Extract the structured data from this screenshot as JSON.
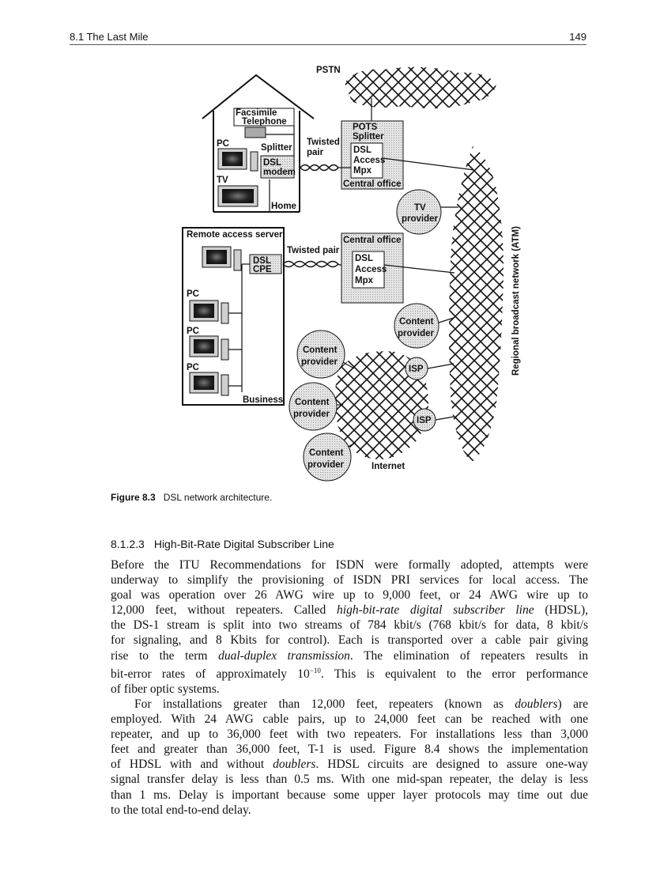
{
  "header": {
    "section": "8.1   The Last Mile",
    "page": "149"
  },
  "figure": {
    "labels": {
      "pstn": "PSTN",
      "facsimile": "Facsimile",
      "telephone": "Telephone",
      "pc": "PC",
      "splitter": "Splitter",
      "dsl": "DSL",
      "modem": "modem",
      "tv": "TV",
      "home": "Home",
      "twisted": "Twisted",
      "pair": "pair",
      "twisted_pair": "Twisted pair",
      "pots": "POTS",
      "access": "Access",
      "mpx": "Mpx",
      "central_office": "Central office",
      "provider": "provider",
      "remote_access_server": "Remote access server",
      "cpe": "CPE",
      "content": "Content",
      "isp": "ISP",
      "business": "Business",
      "internet": "Internet",
      "regional": "Regional broadcast network (ATM)"
    },
    "caption_label": "Figure 8.3",
    "caption_text": "DSL network architecture."
  },
  "section": {
    "number": "8.1.2.3",
    "title": "High-Bit-Rate Digital Subscriber Line"
  },
  "paragraphs": {
    "p1": [
      "Before the ITU Recommendations for ISDN were formally adopted, attempts were",
      "underway to simplify the provisioning of ISDN PRI services for local access. The",
      "goal was operation over 26 AWG wire up to 9,000 feet, or 24 AWG wire up to",
      "12,000 feet, without repeaters. Called ",
      "high-bit-rate digital subscriber line",
      " (HDSL),",
      "the DS-1 stream is split into two streams of 784 kbit/s (768 kbit/s for data, 8 kbit/s",
      "for signaling, and 8 Kbits for control). Each is transported over a cable pair giving",
      "rise to the term ",
      "dual-duplex transmission",
      ". The elimination of repeaters results in",
      "bit-error rates of approximately 10",
      "−10",
      ". This is equivalent to the error performance",
      "of fiber optic systems."
    ],
    "p2": [
      "For installations greater than 12,000 feet, repeaters (known as ",
      "doublers",
      ") are",
      "employed. With 24 AWG cable pairs, up to 24,000 feet can be reached with one",
      "repeater, and up to 36,000 feet with two repeaters. For installations less than 3,000",
      "feet and greater than 36,000 feet, T-1 is used. Figure 8.4 shows the implementation",
      "of HDSL with and without ",
      "doublers",
      ". HDSL circuits are designed to assure one-way",
      "signal transfer delay is less than 0.5 ms. With one mid-span repeater, the delay is less",
      "than 1 ms. Delay is important because some upper layer protocols may time out due",
      "to the total end-to-end delay."
    ]
  }
}
